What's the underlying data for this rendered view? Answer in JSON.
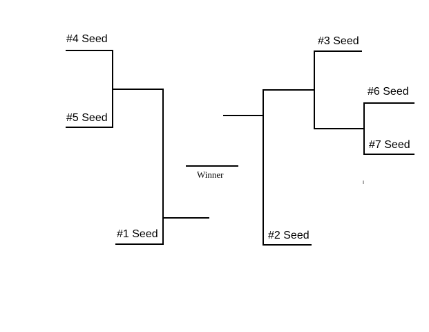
{
  "bracket": {
    "seeds": {
      "seed4": "#4 Seed",
      "seed5": "#5 Seed",
      "seed1": "#1 Seed",
      "seed3": "#3 Seed",
      "seed6": "#6 Seed",
      "seed7": "#7 Seed",
      "seed2": "#2 Seed"
    },
    "winner_label": "Winner"
  },
  "colors": {
    "line": "#000000",
    "background": "#ffffff"
  }
}
